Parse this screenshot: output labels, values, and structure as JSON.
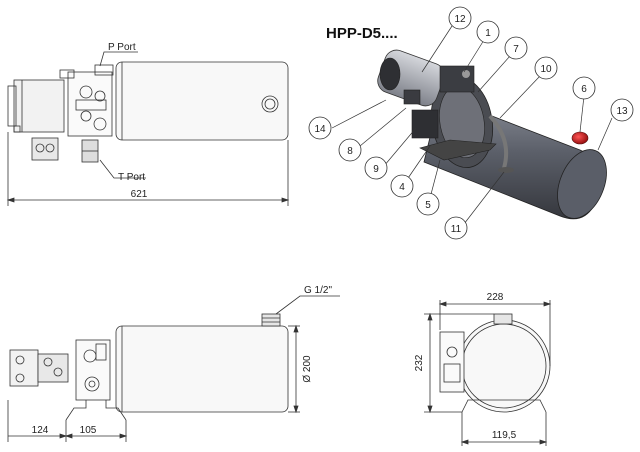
{
  "title": "HPP-D5....",
  "labels": {
    "p_port": "P Port",
    "t_port": "T Port",
    "g_port": "G 1/2\""
  },
  "dimensions": {
    "overall_length": "621",
    "diameter": "Ø 200",
    "width": "228",
    "height": "232",
    "mount_width": "119,5",
    "offset_124": "124",
    "offset_105": "105"
  },
  "callouts": [
    "12",
    "1",
    "7",
    "10",
    "6",
    "13",
    "14",
    "8",
    "9",
    "4",
    "5",
    "11"
  ],
  "colors": {
    "line": "#333333",
    "tank_fill": "#f7f7f7",
    "iso_tank": "#6a6e78",
    "iso_dark": "#2e2f33",
    "red_cap": "#cc2222"
  }
}
